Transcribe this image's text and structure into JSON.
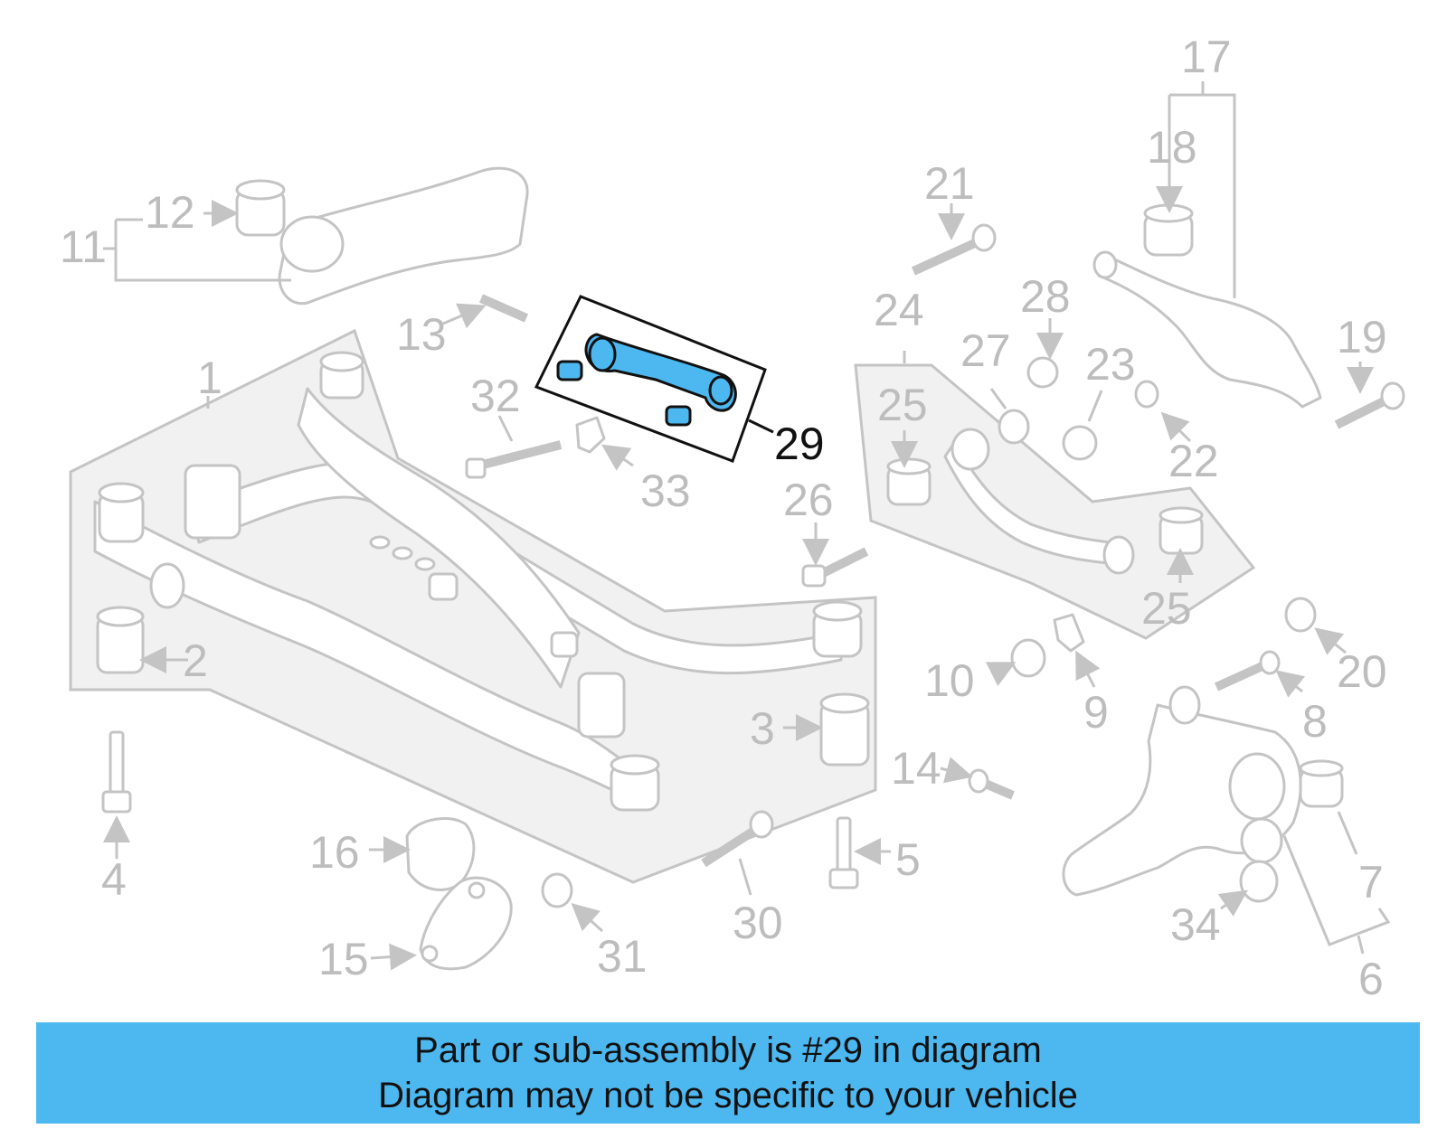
{
  "diagram": {
    "highlight_color": "#4db8f0",
    "highlighted_part": "29",
    "labels": {
      "l1": "1",
      "l2": "2",
      "l3": "3",
      "l4": "4",
      "l5": "5",
      "l6": "6",
      "l7": "7",
      "l8": "8",
      "l9": "9",
      "l10": "10",
      "l11": "11",
      "l12": "12",
      "l13": "13",
      "l14": "14",
      "l15": "15",
      "l16": "16",
      "l17": "17",
      "l18": "18",
      "l19": "19",
      "l20": "20",
      "l21": "21",
      "l22": "22",
      "l23": "23",
      "l24": "24",
      "l25a": "25",
      "l25b": "25",
      "l26": "26",
      "l27": "27",
      "l28": "28",
      "l29": "29",
      "l30": "30",
      "l31": "31",
      "l32": "32",
      "l33": "33",
      "l34": "34"
    }
  },
  "banner": {
    "line1": "Part or sub-assembly is #29 in diagram",
    "line2": "Diagram may not be specific to your vehicle"
  }
}
